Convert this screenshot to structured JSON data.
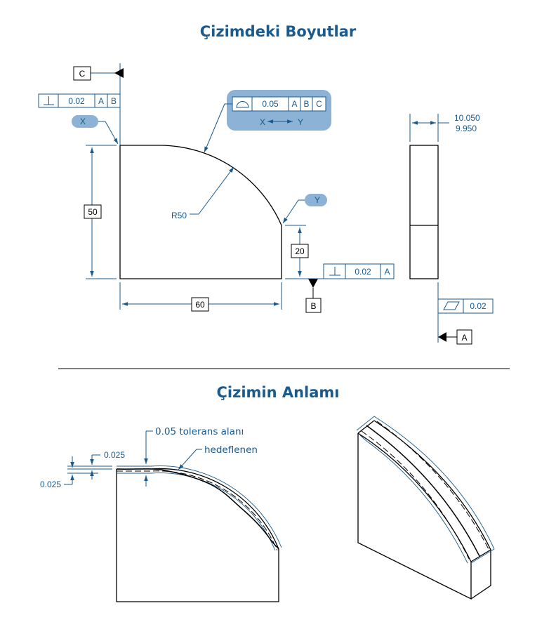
{
  "titles": {
    "top": "Çizimdeki Boyutlar",
    "bottom": "Çizimin Anlamı"
  },
  "datums": {
    "c": "C",
    "b": "B",
    "a": "A"
  },
  "frames": {
    "perp_top": {
      "symbol": "perpendicularity-icon",
      "tol": "0.02",
      "ref1": "A",
      "ref2": "B"
    },
    "profile": {
      "symbol": "profile-of-surface-icon",
      "tol": "0.05",
      "ref1": "A",
      "ref2": "B",
      "ref3": "C",
      "between_from": "X",
      "between_to": "Y"
    },
    "perp_right": {
      "symbol": "perpendicularity-icon",
      "tol": "0.02",
      "ref1": "A"
    },
    "flatness": {
      "symbol": "flatness-icon",
      "tol": "0.02"
    }
  },
  "points": {
    "x": "X",
    "y": "Y"
  },
  "dims": {
    "height": "50",
    "width": "60",
    "short": "20",
    "radius": "R50",
    "thick_upper": "10.050",
    "thick_lower": "9.950"
  },
  "meaning": {
    "zone": "0.05 tolerans alanı",
    "intended": "hedeflenen",
    "half_top": "0.025",
    "half_left": "0.025"
  },
  "colors": {
    "accent": "#1a5a8c",
    "highlight": "#8cb2d6",
    "line": "#000000"
  }
}
